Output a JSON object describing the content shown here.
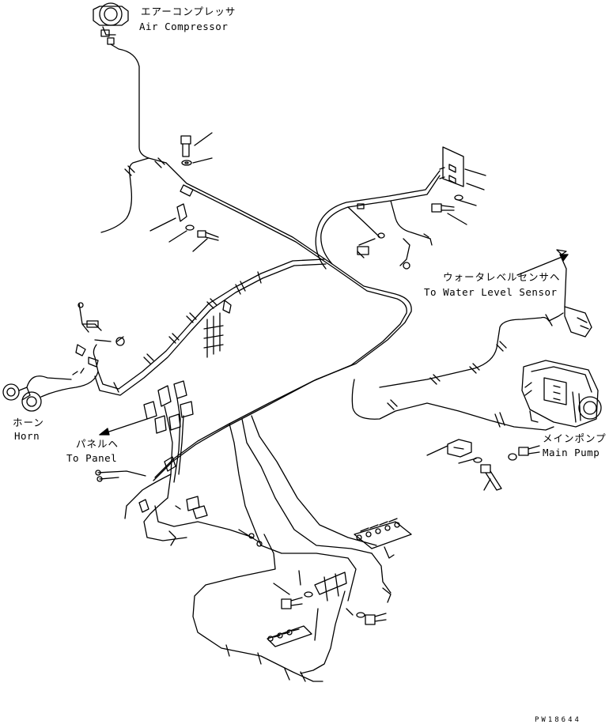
{
  "labels": {
    "air_compressor": {
      "jp": "エアーコンプレッサ",
      "en": "Air Compressor"
    },
    "water_level_sensor": {
      "jp": "ウォータレベルセンサヘ",
      "en": "To Water Level Sensor"
    },
    "horn": {
      "jp": "ホーン",
      "en": "Horn"
    },
    "panel": {
      "jp": "パネルヘ",
      "en": "To Panel"
    },
    "main_pump": {
      "jp": "メインポンプ",
      "en": "Main Pump"
    }
  },
  "drawing_code": "PW18644"
}
